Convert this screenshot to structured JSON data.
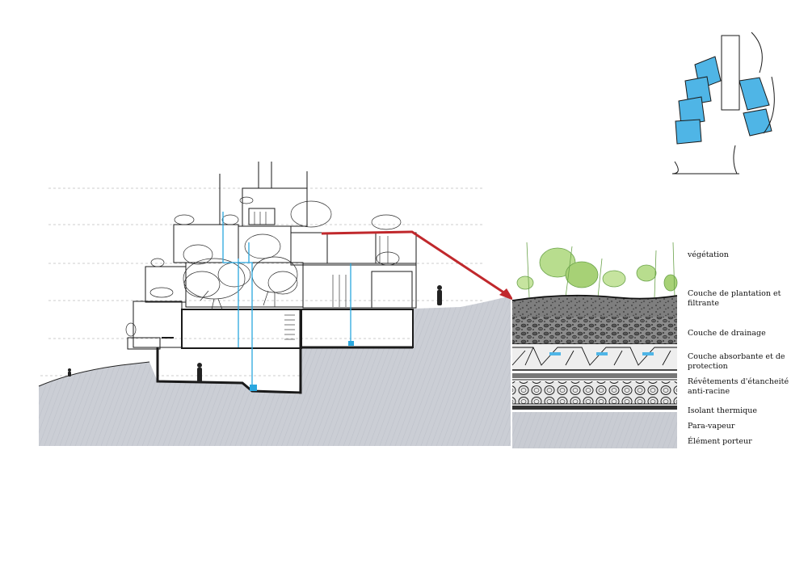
{
  "labels": {
    "vegetation": "végétation",
    "plantation_line1": "Couche de plantation et",
    "plantation_line2": "filtrante",
    "drainage": "Couche de drainage",
    "absorbante_line1": "Couche absorbante et de",
    "absorbante_line2": "protection",
    "etancheite_line1": "Révêtements d'étancheité",
    "etancheite_line2": "anti-racine",
    "isolant": "Isolant thermique",
    "para_vapeur": "Para-vapeur",
    "element_porteur": "Élément porteur"
  },
  "colors": {
    "ground": "#c9ccd3",
    "water_blue": "#2aa7df",
    "arrow_red": "#c0282c",
    "foliage_green": "#9ccc6a",
    "line": "#1a1a1a",
    "plan_blue": "#4fb5e6"
  }
}
